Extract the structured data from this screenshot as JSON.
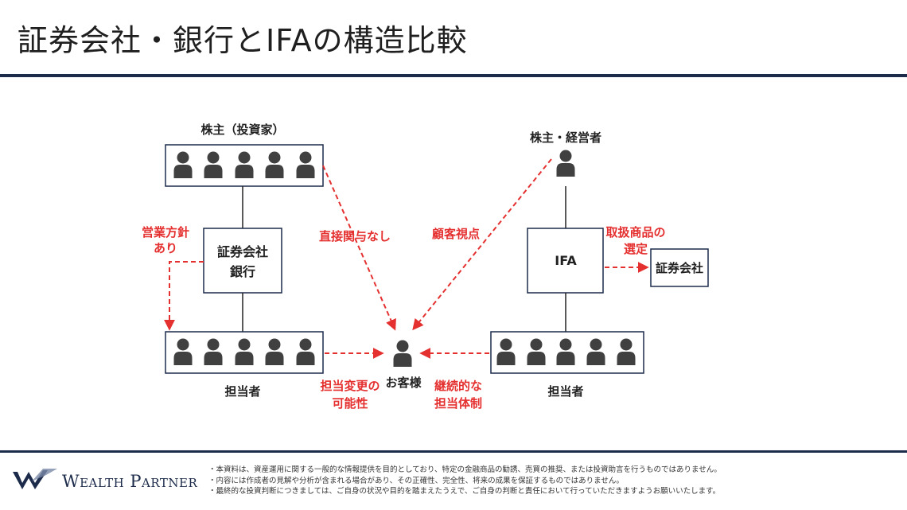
{
  "title": "証券会社・銀行とIFAの構造比較",
  "colors": {
    "accent": "#e53030",
    "box_border": "#1c2b4a",
    "person": "#404040",
    "rule": "#1c2b4a"
  },
  "diagram": {
    "left": {
      "shareholders_label": "株主（投資家）",
      "org_label_line1": "証券会社",
      "org_label_line2": "銀行",
      "staff_label": "担当者",
      "policy_label_line1": "営業方針",
      "policy_label_line2": "あり",
      "direct_label": "直接関与なし",
      "change_label_line1": "担当変更の",
      "change_label_line2": "可能性"
    },
    "center": {
      "customer_label": "お客様"
    },
    "right": {
      "owner_label": "株主・経営者",
      "org_label": "IFA",
      "broker_label": "証券会社",
      "staff_label": "担当者",
      "viewpoint_label": "顧客視点",
      "selection_label_line1": "取扱商品の",
      "selection_label_line2": "選定",
      "continuity_label_line1": "継続的な",
      "continuity_label_line2": "担当体制"
    },
    "icons": [
      "person-icon"
    ]
  },
  "footer": {
    "brand": "Wealth Partner",
    "disclaimers": [
      "・本資料は、資産運用に関する一般的な情報提供を目的としており、特定の金融商品の勧誘、売買の推奨、または投資助言を行うものではありません。",
      "・内容には作成者の見解や分析が含まれる場合があり、その正確性、完全性、将来の成果を保証するものではありません。",
      "・最終的な投資判断につきましては、ご自身の状況や目的を踏まえたうえで、ご自身の判断と責任において行っていただきますようお願いいたします。"
    ]
  }
}
